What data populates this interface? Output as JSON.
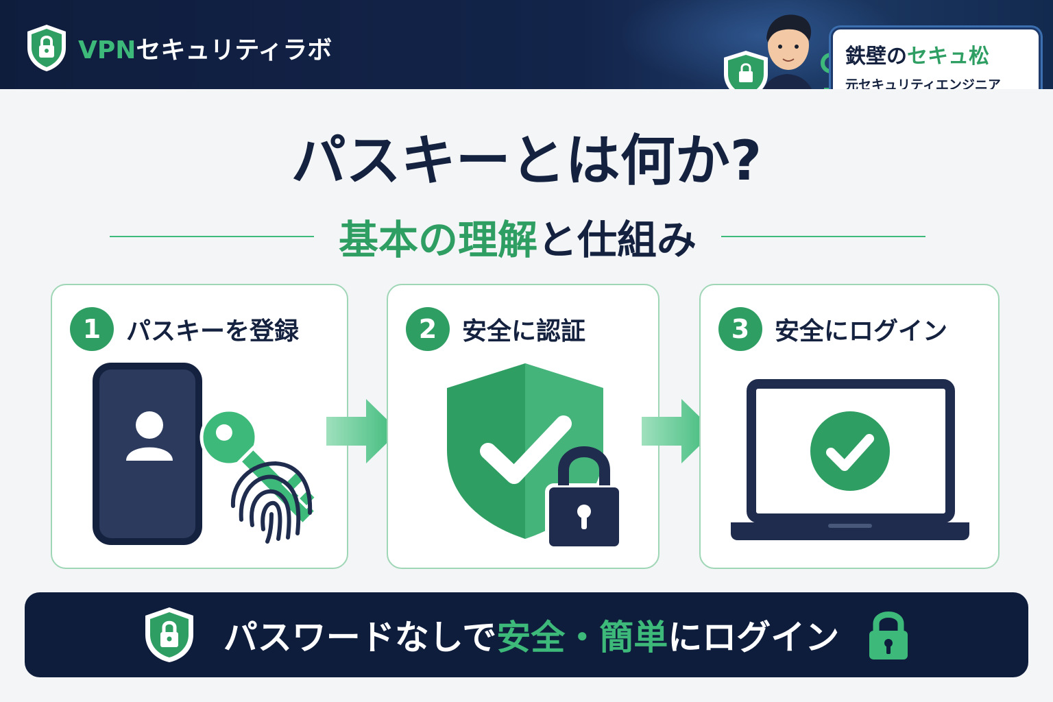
{
  "header": {
    "brand_prefix": "VPN",
    "brand_suffix": "セキュリティラボ",
    "author_name_part1": "鉄壁の",
    "author_name_part2": "セキュ松",
    "author_role": "元セキュリティエンジニア"
  },
  "title": {
    "main": "パスキーとは何か?",
    "sub_part1": "基本の理解",
    "sub_part2": "と仕組み"
  },
  "steps": [
    {
      "number": "1",
      "label": "パスキーを登録",
      "icon": "phone-key-fingerprint-icon"
    },
    {
      "number": "2",
      "label": "安全に認証",
      "icon": "shield-check-lock-icon"
    },
    {
      "number": "3",
      "label": "安全にログイン",
      "icon": "laptop-check-icon"
    }
  ],
  "banner": {
    "text_part1": "パスワードなしで",
    "text_part2": "安全・簡単",
    "text_part3": "にログイン"
  },
  "colors": {
    "navy": "#14213f",
    "green": "#2f9e63",
    "green_light": "#3dba7a",
    "background": "#f3f5f6"
  }
}
